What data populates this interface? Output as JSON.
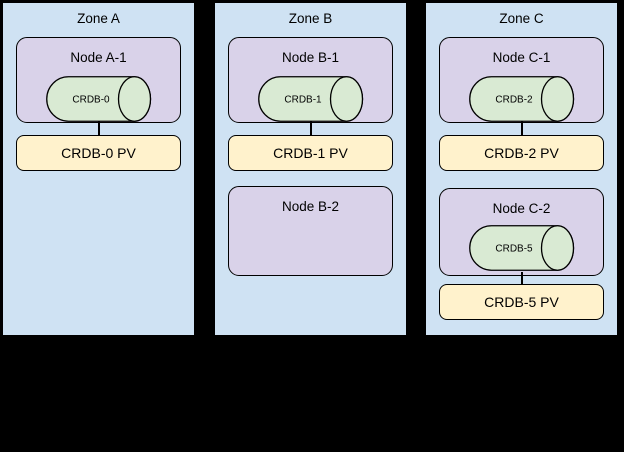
{
  "colors": {
    "canvas_bg": "#000000",
    "zone_fill": "#cfe2f3",
    "node_fill": "#d9d2e9",
    "db_fill": "#d9ead3",
    "pv_fill": "#fff2cc",
    "border": "#000000"
  },
  "zones": [
    {
      "label": "Zone A",
      "nodes": [
        {
          "label": "Node A-1",
          "db": "CRDB-0",
          "pv": "CRDB-0 PV"
        }
      ]
    },
    {
      "label": "Zone B",
      "nodes": [
        {
          "label": "Node B-1",
          "db": "CRDB-1",
          "pv": "CRDB-1 PV"
        },
        {
          "label": "Node B-2"
        }
      ]
    },
    {
      "label": "Zone C",
      "nodes": [
        {
          "label": "Node C-1",
          "db": "CRDB-2",
          "pv": "CRDB-2 PV"
        },
        {
          "label": "Node C-2",
          "db": "CRDB-5",
          "pv": "CRDB-5 PV"
        }
      ]
    }
  ]
}
